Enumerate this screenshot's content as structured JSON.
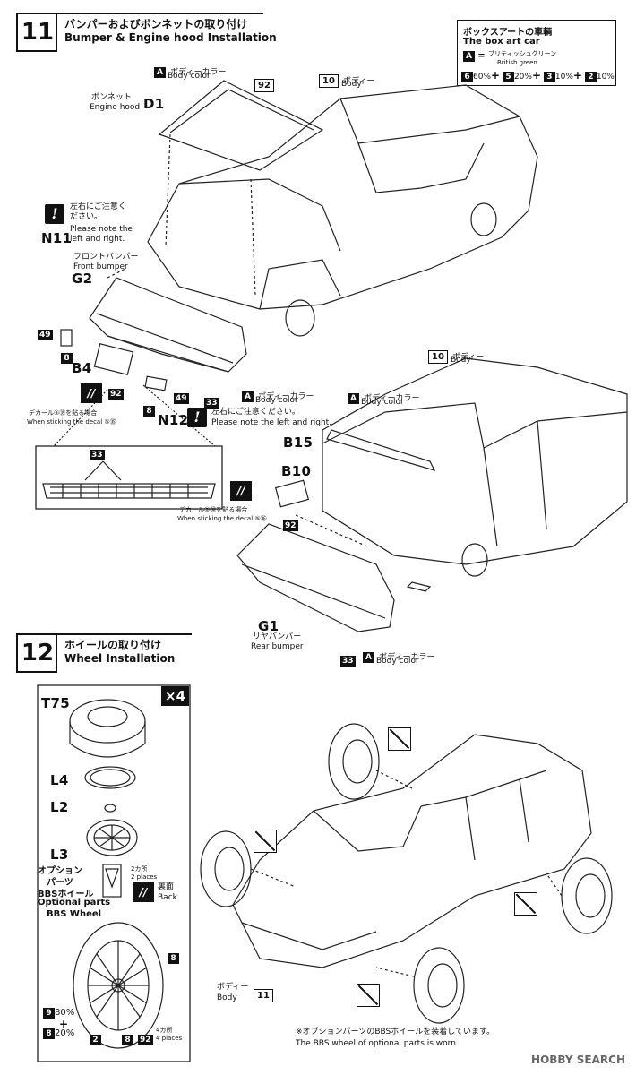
{
  "step11": {
    "number": "11",
    "title_jp": "バンパーおよびボンネットの取り付け",
    "title_en": "Bumper & Engine hood Installation"
  },
  "box_art": {
    "title_jp": "ボックスアートの車輌",
    "title_en": "The box art car",
    "color_letter": "A",
    "equals": "=",
    "color_jp": "ブリティッシュグリーン",
    "color_en": "British green",
    "mix": [
      {
        "paint": "6",
        "pct": "60%",
        "op": "+"
      },
      {
        "paint": "5",
        "pct": "20%",
        "op": "+"
      },
      {
        "paint": "3",
        "pct": "10%",
        "op": "+"
      },
      {
        "paint": "2",
        "pct": "10%",
        "op": ""
      }
    ]
  },
  "labels11": {
    "body_color_jp": "ボディーカラー",
    "body_color_en": "Body color",
    "body_jp": "ボディー",
    "body_en": "Body",
    "hood_jp": "ボンネット",
    "hood_en": "Engine hood",
    "front_bumper_jp": "フロントバンパー",
    "front_bumper_en": "Front bumper",
    "note_jp": "左右にご注意ください。",
    "note_en_1": "Please note the",
    "note_en_2": "left and right.",
    "note2_jp": "左右にご注意ください。",
    "note2_en": "Please note the left and right.",
    "decal_jp": "デカール⑤㉟を貼る場合",
    "decal_en": "When sticking the decal ⑤㉟",
    "decal2_jp": "デカール⑤㊱を貼る場合",
    "decal2_en": "When sticking the decal ⑤㊱",
    "rear_bumper_jp": "リヤバンパー",
    "rear_bumper_en": "Rear bumper"
  },
  "parts11": {
    "A": "A",
    "body": "10",
    "hood": "D1",
    "n11": "N11",
    "g2": "G2",
    "b4": "B4",
    "n12": "N12",
    "b15": "B15",
    "b10": "B10",
    "g1": "G1",
    "p92": "92",
    "p49": "49",
    "p8": "8",
    "p33": "33"
  },
  "step12": {
    "number": "12",
    "title_jp": "ホイールの取り付け",
    "title_en": "Wheel Installation"
  },
  "parts12": {
    "t75": "T75",
    "l4": "L4",
    "l2": "L2",
    "l3": "L3",
    "x4": "×4",
    "option_jp_1": "オプション",
    "option_jp_2": "パーツ",
    "bbs_jp": "BBSホイール",
    "option_en": "Optional parts",
    "bbs_en": "BBS Wheel",
    "places2_jp": "2カ所",
    "places2_en": "2 places",
    "back_jp": "裏面",
    "back_en": "Back",
    "p9": "9",
    "pct80": "80%",
    "plus": "+",
    "p8": "8",
    "pct20": "20%",
    "p2": "2",
    "p92": "92",
    "places4_jp": "4カ所",
    "places4_en": "4 places",
    "body_jp": "ボディー",
    "body_en": "Body",
    "body_num": "11",
    "footnote_jp": "※オプションパーツのBBSホイールを装着しています。",
    "footnote_en": "The BBS wheel of optional parts is worn."
  },
  "watermark": "HOBBY SEARCH"
}
